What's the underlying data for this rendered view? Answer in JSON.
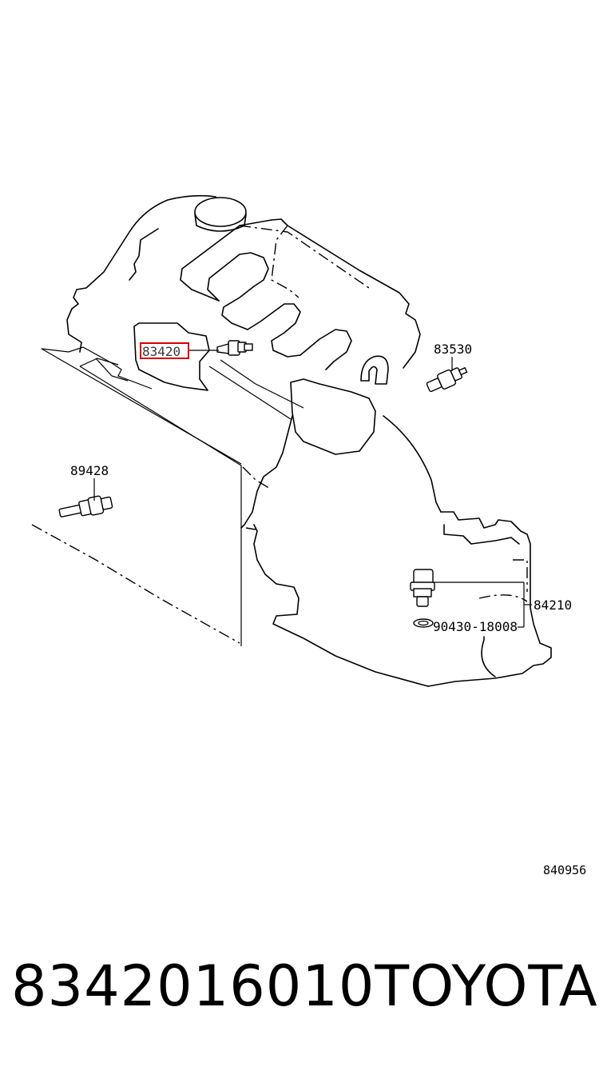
{
  "diagram": {
    "callouts": {
      "part_83420": "83420",
      "part_83530": "83530",
      "part_89428": "89428",
      "part_84210": "84210",
      "part_90430": "90430-18008"
    },
    "figure_code": "840956",
    "highlight_color": "#d40000"
  },
  "footer": {
    "part_number": "8342016010",
    "brand": "TOYOTA"
  }
}
